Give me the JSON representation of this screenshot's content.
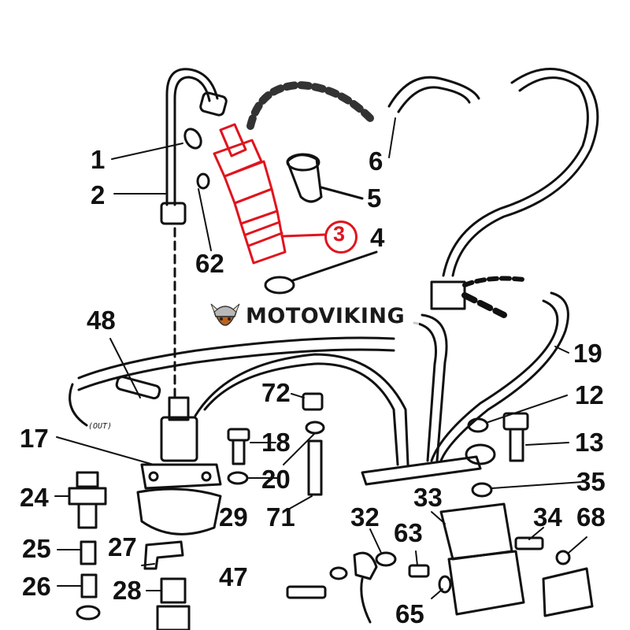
{
  "watermark": {
    "text": "MOTOVIKING",
    "logo_icon": "viking-head-icon"
  },
  "colors": {
    "highlight": "#e0141e",
    "line": "#111111",
    "background": "#ffffff"
  },
  "highlighted_part": "3",
  "annotations": {
    "out_label": "(OUT)"
  },
  "callouts": {
    "c1": "1",
    "c2": "2",
    "c3": "3",
    "c4": "4",
    "c5": "5",
    "c6": "6",
    "c12": "12",
    "c13": "13",
    "c17": "17",
    "c18": "18",
    "c19": "19",
    "c20": "20",
    "c24": "24",
    "c25": "25",
    "c26": "26",
    "c27": "27",
    "c28": "28",
    "c29": "29",
    "c32": "32",
    "c33": "33",
    "c34": "34",
    "c35": "35",
    "c47": "47",
    "c48": "48",
    "c62": "62",
    "c63": "63",
    "c65": "65",
    "c68": "68",
    "c71": "71",
    "c72": "72"
  }
}
